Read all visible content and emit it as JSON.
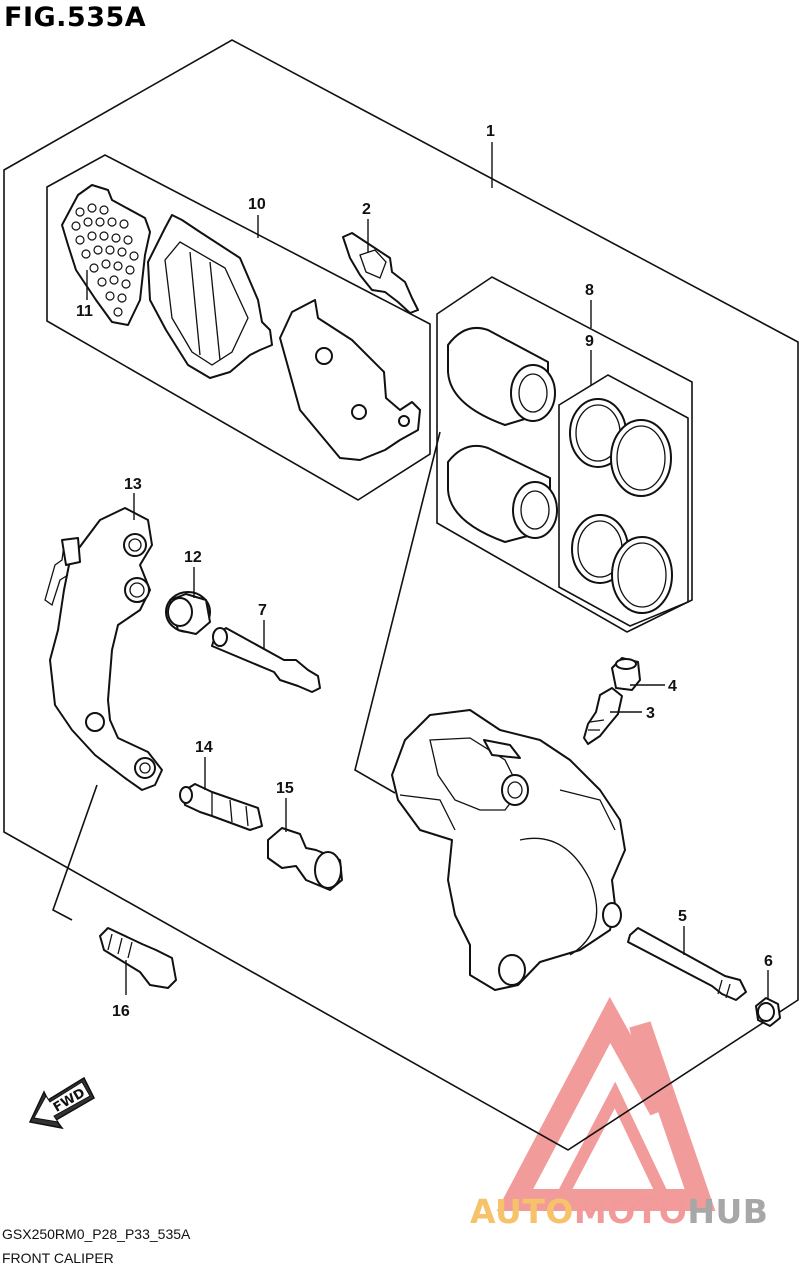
{
  "figure": {
    "title": "FIG.535A",
    "code": "GSX250RM0_P28_P33_535A",
    "name": "FRONT CALIPER"
  },
  "labels": [
    "1",
    "2",
    "3",
    "4",
    "5",
    "6",
    "7",
    "8",
    "9",
    "10",
    "11",
    "12",
    "13",
    "14",
    "15",
    "16"
  ],
  "direction_marker": "FWD",
  "watermark": {
    "part1": "AUTO",
    "part2": "MOTO",
    "part3": "HUB",
    "colors": {
      "auto": "#f6c36b",
      "moto": "#f29a9a",
      "hub": "#a7a7a7",
      "logo": "#f08a8a"
    }
  }
}
